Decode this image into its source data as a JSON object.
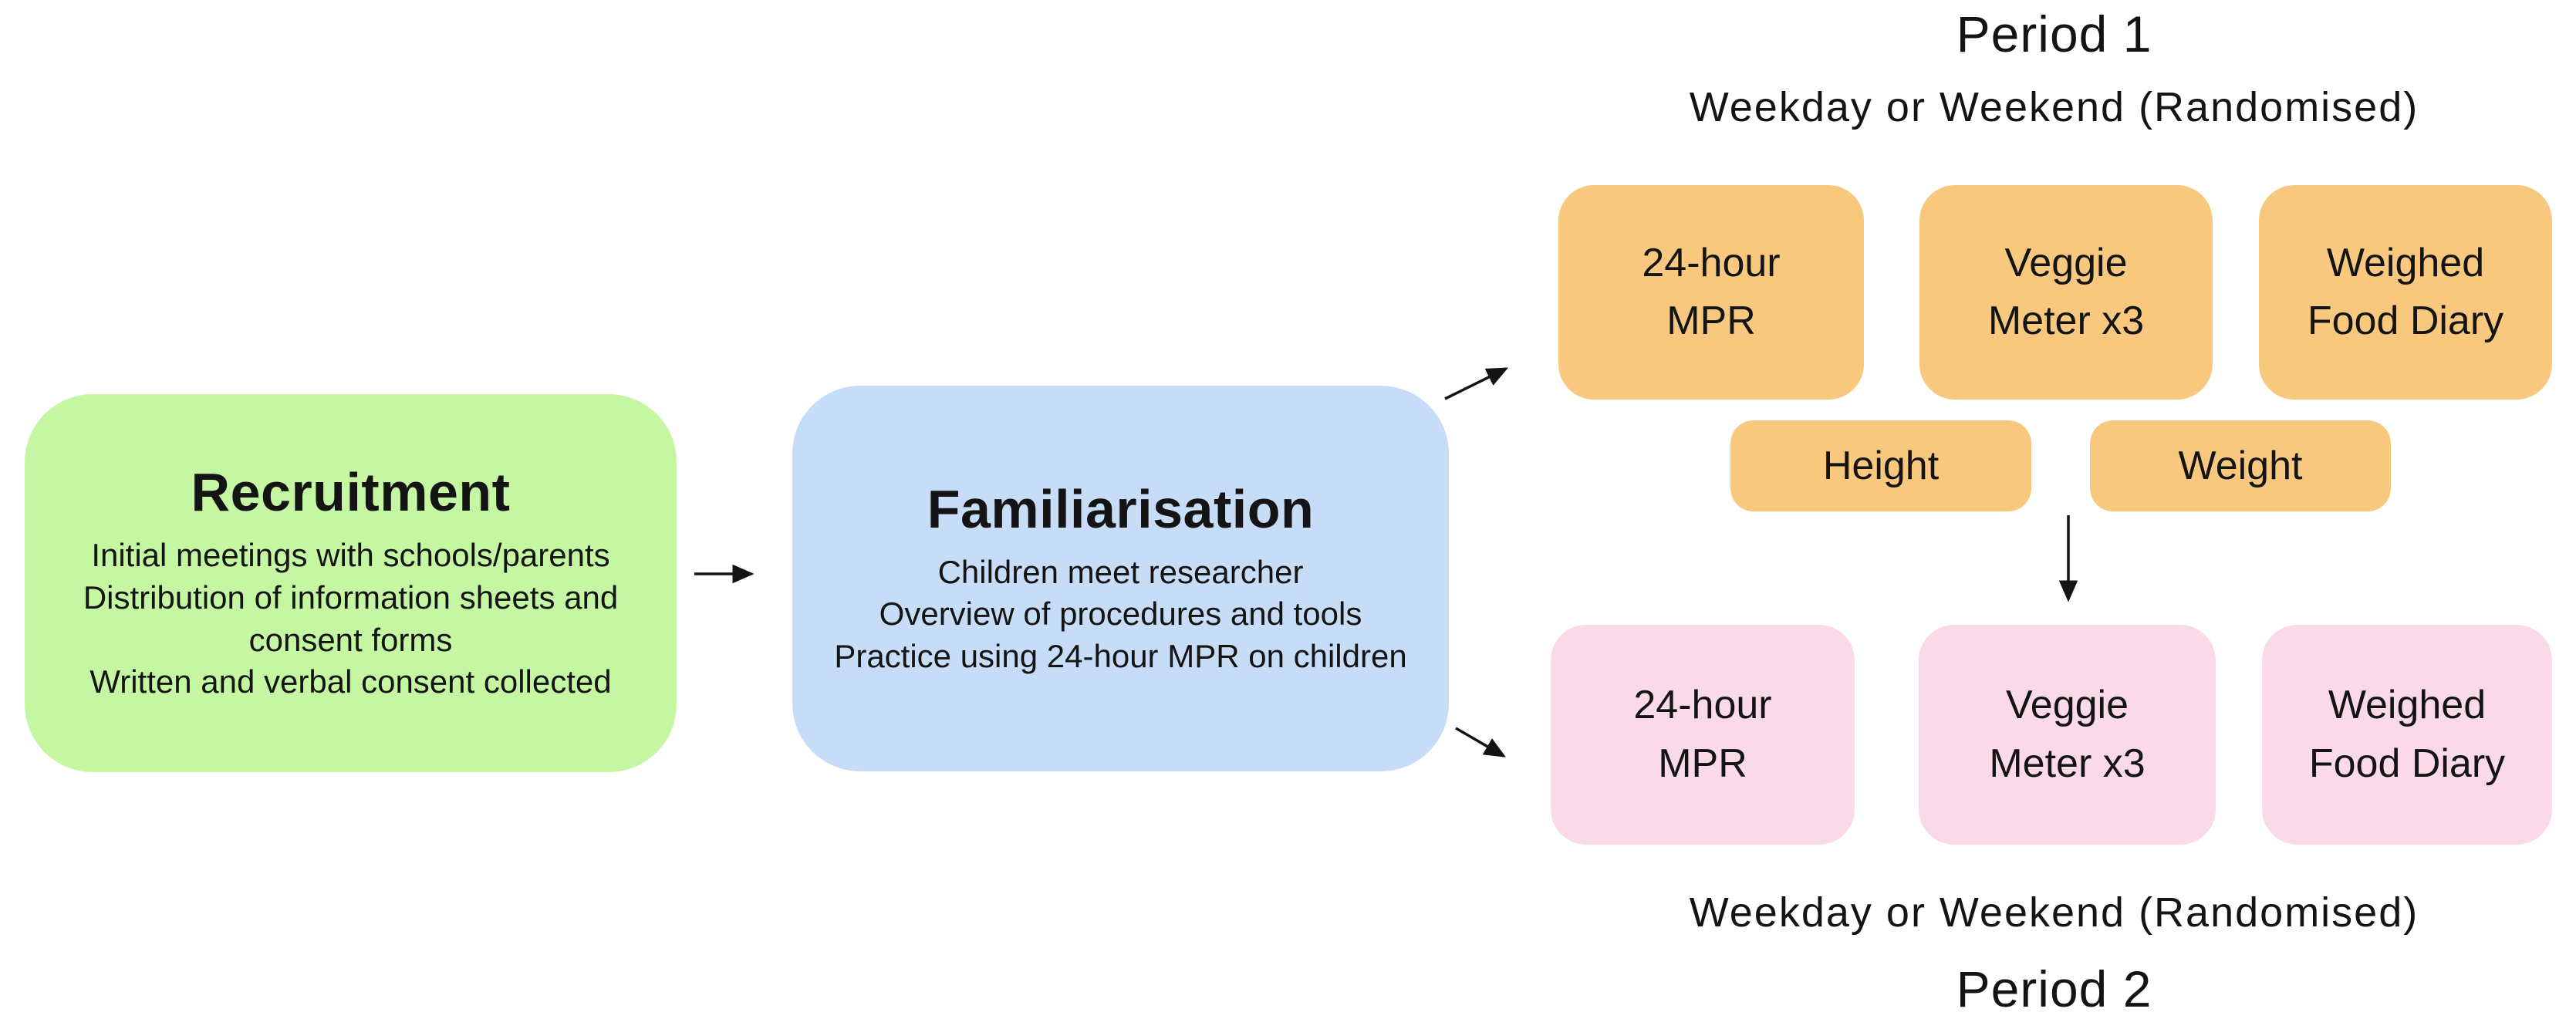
{
  "colors": {
    "green": "#c5f7a3",
    "blue": "#c6dcf7",
    "orange": "#f7c87d",
    "pink": "#fad9e8",
    "ink": "#141414"
  },
  "recruitment": {
    "title": "Recruitment",
    "lines": [
      "Initial meetings with schools/parents",
      "Distribution of information sheets and",
      "consent forms",
      "Written and verbal consent collected"
    ]
  },
  "familiarisation": {
    "title": "Familiarisation",
    "lines": [
      "Children meet researcher",
      "Overview of procedures and tools",
      "Practice using 24-hour MPR on children"
    ]
  },
  "period1": {
    "title": "Period 1",
    "subtitle": "Weekday or Weekend (Randomised)",
    "tools": [
      {
        "line1": "24-hour",
        "line2": "MPR"
      },
      {
        "line1": "Veggie",
        "line2": "Meter x3"
      },
      {
        "line1": "Weighed",
        "line2": "Food Diary"
      }
    ],
    "measures": [
      {
        "label": "Height"
      },
      {
        "label": "Weight"
      }
    ]
  },
  "period2": {
    "title": "Period 2",
    "subtitle": "Weekday or Weekend (Randomised)",
    "tools": [
      {
        "line1": "24-hour",
        "line2": "MPR"
      },
      {
        "line1": "Veggie",
        "line2": "Meter x3"
      },
      {
        "line1": "Weighed",
        "line2": "Food Diary"
      }
    ]
  }
}
